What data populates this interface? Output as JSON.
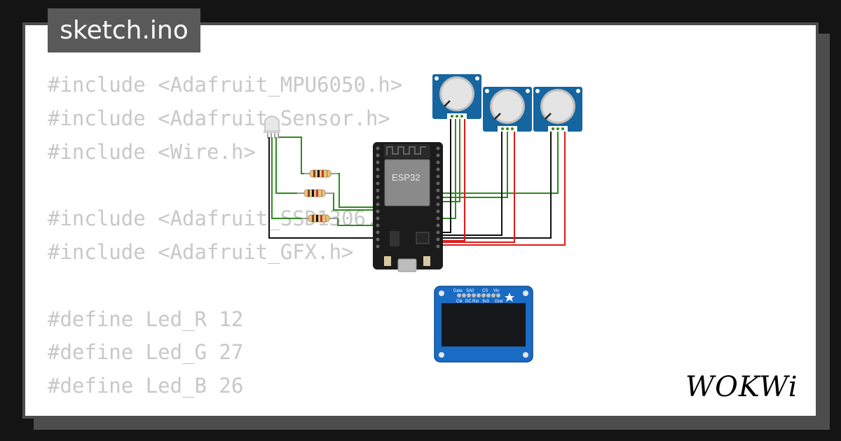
{
  "file_tab": {
    "name": "sketch.ino"
  },
  "code_lines": [
    "#include <Adafruit_MPU6050.h>",
    "#include <Adafruit_Sensor.h>",
    "#include <Wire.h>",
    "",
    "#include <Adafruit_SSD1306.h>",
    "#include <Adafruit_GFX.h>",
    "",
    "#define Led_R 12",
    "#define Led_G 27",
    "#define Led_B 26"
  ],
  "board": {
    "label": "ESP32"
  },
  "oled": {
    "pins_top": [
      "Data",
      "SA0",
      "CS",
      "Vin"
    ],
    "pins_bottom": [
      "Clk",
      "DC",
      "Rst",
      "3v3",
      "Gnd"
    ]
  },
  "logo": {
    "text": "WOKWi"
  },
  "colors": {
    "background": "#141414",
    "card": "#ffffff",
    "tab": "#595959",
    "code_text": "#c8c8c8",
    "pot_board": "#1565a0",
    "oled_board": "#1a6bc4",
    "esp32_board": "#1b1b1b",
    "wire_green": "#2e8b1e",
    "wire_red": "#e01818",
    "wire_black": "#111111"
  },
  "icons": [
    "potentiometer-icon",
    "rgb-led-icon",
    "resistor-icon",
    "esp32-board-icon",
    "oled-display-icon",
    "star-icon",
    "wokwi-logo"
  ]
}
